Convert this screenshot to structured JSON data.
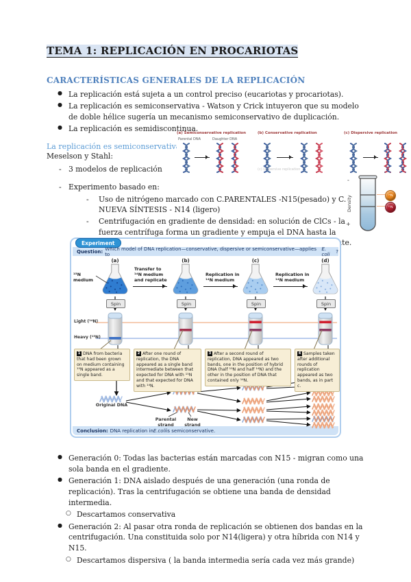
{
  "doc": {
    "title": "TEMA 1: REPLICACIÓN EN PROCARIOTAS",
    "heading": "CARACTERÍSTICAS GENERALES DE LA REPLICACIÓN",
    "bullets": [
      "La replicación está sujeta a un control preciso (eucariotas y procariotas).",
      "La replicación es semiconservativa - Watson y Crick intuyeron que su modelo de doble hélice sugería un mecanismo semiconservativo de duplicación.",
      "La replicación es semidiscontinua."
    ],
    "sub_heading": "La replicación es semiconservativa",
    "meselson": "Meselson y Stahl:",
    "dash_items": [
      "3 modelos de replicación",
      "Experimento basado en:"
    ],
    "sub_dash_items": [
      "Uso de nitrógeno marcado con C.PARENTALES -N15(pesado) y C. NUEVA SÍNTESIS - N14 (ligero)",
      "Centrifugación en gradiente de densidad: en solución de ClCs - la fuerza centrífuga forma un gradiente y empuja el DNA hasta la posición en que su densidad coincide con la del ClCs del gradiente."
    ]
  },
  "models_figure": {
    "panel_a_title": "(a) Semiconservative replication",
    "panel_a_parental": "Parental DNA",
    "panel_a_daughter": "Daughter DNA",
    "panel_b_title": "(b) Conservative replication",
    "panel_c_title": "(c) Dispersive replication",
    "cut_label": "(c) Dispersive replication"
  },
  "density_figure": {
    "axis_label": "Density",
    "minus": "-",
    "plus": "+",
    "ball_top_label": "¹⁴N",
    "ball_bottom_label": "¹⁵N",
    "ball_top_color": "#e8851d",
    "ball_bottom_color": "#b01f2e"
  },
  "experiment": {
    "badge": "Experiment",
    "question_label": "Question:",
    "question_pre": "Which model of DNA replication—conservative, dispersive or semiconservative—applies to ",
    "question_species": "E. coli",
    "question_suffix": "?",
    "column_labels": [
      "(a)",
      "(b)",
      "(c)",
      "(d)"
    ],
    "n15_medium_label": "¹⁵N medium",
    "arrow_labels": [
      "Transfer to ¹⁴N medium and replicate",
      "Replication in ¹⁴N medium",
      "Replication in ¹⁴N medium"
    ],
    "spin_label": "Spin",
    "light_label": "Light (¹⁴N)",
    "heavy_label": "Heavy (¹⁵N)",
    "steps": [
      {
        "num": "1",
        "text": "DNA from bacteria that had been grown on medium containing ¹⁵N appeared as a single band."
      },
      {
        "num": "2",
        "text": "After one round of replication, the DNA appeared as a single band intermediate between that expected for DNA with ¹⁵N and that expected for DNA with ¹⁴N."
      },
      {
        "num": "3",
        "text": "After a second round of replication, DNA appeared as two bands, one in the position of hybrid DNA (half ¹⁵N and half ¹⁴N) and the other in the position of DNA that contained only ¹⁴N."
      },
      {
        "num": "4",
        "text": "Samples taken after additional rounds of replication appeared as two bands, as in part c."
      }
    ],
    "original_dna_label": "Original DNA",
    "parental_strand_label": "Parental strand",
    "new_strand_label": "New strand",
    "conclusion_label": "Conclusion:",
    "conclusion_pre": "DNA replication in ",
    "conclusion_species": "E.coli",
    "conclusion_suffix": " is semiconservative."
  },
  "generations": {
    "items": [
      "Generación 0: Todas las bacterias están marcadas con N15 - migran como una sola banda en el gradiente.",
      "Generación 1: DNA aislado después de una generación (una ronda de replicación). Tras la centrifugación se obtiene una banda de densidad intermedia.",
      "Generación 2: Al pasar otra ronda de replicación se obtienen dos bandas en la centrifugación. Una constituida solo por N14(ligera) y otra híbrida con N14 y N15."
    ],
    "sub_gen1": "Descartamos conservativa",
    "sub_gen2": "Descartamos dispersiva ( la banda intermedia sería cada vez más grande)"
  },
  "colors": {
    "heading_blue": "#4f81bd",
    "subheading_blue": "#5b9bd5",
    "title_highlight": "#d9e4f3",
    "figure_bar_blue": "#cfe2f6",
    "badge_blue": "#2e93d5",
    "dna_blue": "#3f5f9e",
    "dna_red": "#c43b4e",
    "strand_blue": "#8aa8d8",
    "strand_orange": "#e8956a"
  }
}
